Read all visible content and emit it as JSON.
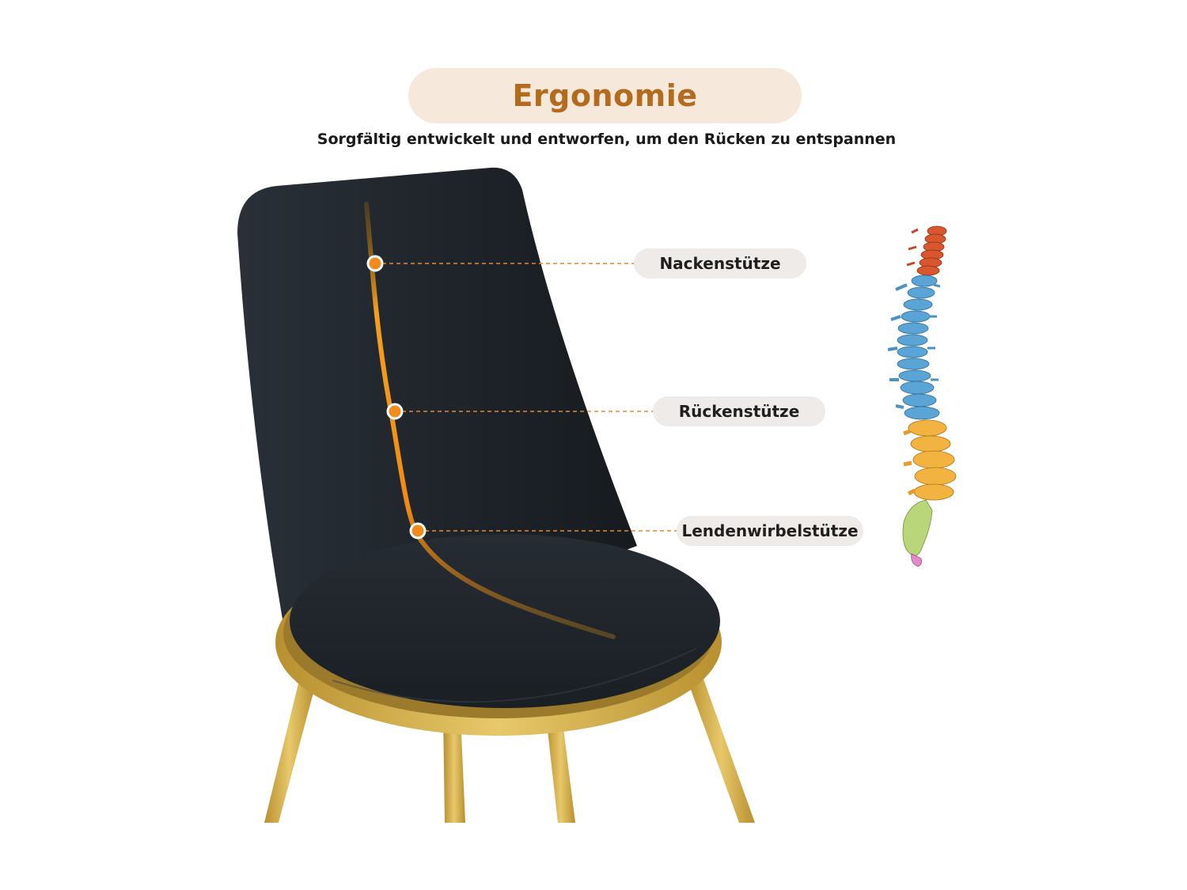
{
  "header": {
    "title": "Ergonomie",
    "subtitle": "Sorgfältig entwickelt und entworfen, um den Rücken zu entspannen"
  },
  "callouts": [
    {
      "id": "neck",
      "label": "Nackenstütze"
    },
    {
      "id": "back",
      "label": "Rückenstütze"
    },
    {
      "id": "lumbar",
      "label": "Lendenwirbelstütze"
    }
  ],
  "colors": {
    "title": "#b36b1e",
    "title_pill": "#f7e8dc",
    "label_pill": "#eeebe8",
    "accent": "#f28a1c",
    "chair_leather": "#1f252b",
    "chair_frame": "#d6b24e"
  },
  "illustrations": {
    "chair": "black-leather-chair-with-gold-legs",
    "spine": "color-coded-spine-icon"
  }
}
